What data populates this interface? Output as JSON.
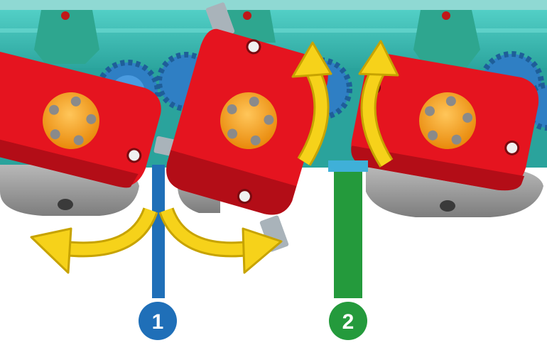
{
  "markers": [
    {
      "id": "marker-1",
      "label": "1",
      "color": "#1f6fb8"
    },
    {
      "id": "marker-2",
      "label": "2",
      "color": "#249a3c"
    }
  ],
  "colors": {
    "frame": "#3cb8b1",
    "frame_dark": "#1f8f86",
    "bracket": "#2ea68f",
    "gear": "#2f7fc4",
    "disc_body": "#e5141f",
    "disc_shadow": "#b30d17",
    "hub": "#f5a016",
    "skid": "#9a9a9a",
    "arrow": "#f6d21a",
    "arrow_outline": "#c7a300"
  },
  "icons": [
    "rotation-arrow-icon",
    "deflection-arrow-icon"
  ]
}
